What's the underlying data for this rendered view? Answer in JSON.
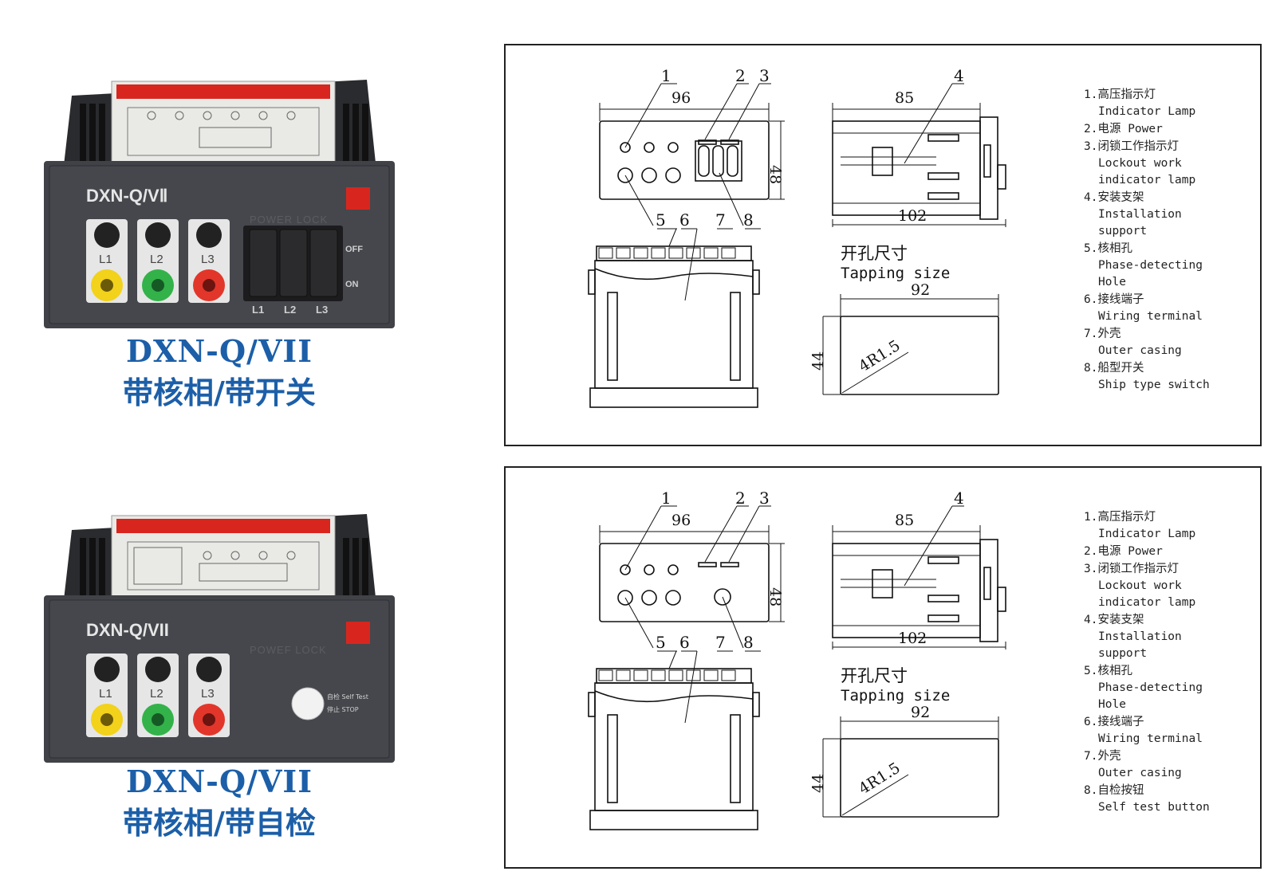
{
  "products": [
    {
      "device": {
        "model_label": "DXN-Q/VⅡ",
        "power_lock_label": "POWER LOCK",
        "lamp_labels": [
          "L1",
          "L2",
          "L3"
        ],
        "switch_labels": [
          "L1",
          "L2",
          "L3"
        ],
        "switch_states": [
          "OFF",
          "ON"
        ]
      },
      "caption": {
        "model": "DXN-Q/VII",
        "feature": "带核相/带开关"
      },
      "drawing": {
        "dims": {
          "front_width": "96",
          "front_height": "48",
          "side_width": "85",
          "side_total": "102",
          "cutout_width": "92",
          "cutout_height": "44",
          "corner_radius": "4R1.5"
        },
        "callouts": [
          "1",
          "2",
          "3",
          "4",
          "5",
          "6",
          "7",
          "8"
        ],
        "cutout_title_cn": "开孔尺寸",
        "cutout_title_en": "Tapping size",
        "legend": [
          {
            "num": "1.",
            "cn": "高压指示灯",
            "en": [
              "Indicator Lamp"
            ]
          },
          {
            "num": "2.",
            "cn": "电源 Power",
            "en": []
          },
          {
            "num": "3.",
            "cn": "闭锁工作指示灯",
            "en": [
              "Lockout work",
              "indicator lamp"
            ]
          },
          {
            "num": "4.",
            "cn": "安装支架",
            "en": [
              "Installation",
              "support"
            ]
          },
          {
            "num": "5.",
            "cn": "核相孔",
            "en": [
              "Phase-detecting",
              "Hole"
            ]
          },
          {
            "num": "6.",
            "cn": "接线端子",
            "en": [
              "Wiring terminal"
            ]
          },
          {
            "num": "7.",
            "cn": "外壳",
            "en": [
              "Outer casing"
            ]
          },
          {
            "num": "8.",
            "cn": "船型开关",
            "en": [
              "Ship type switch"
            ]
          }
        ]
      }
    },
    {
      "device": {
        "model_label": "DXN-Q/VII",
        "power_lock_label": "POWEF LOCK",
        "lamp_labels": [
          "L1",
          "L2",
          "L3"
        ],
        "self_test_labels": [
          "自检 Self Test",
          "停止 STOP"
        ]
      },
      "caption": {
        "model": "DXN-Q/VII",
        "feature": "带核相/带自检"
      },
      "drawing": {
        "dims": {
          "front_width": "96",
          "front_height": "48",
          "side_width": "85",
          "side_total": "102",
          "cutout_width": "92",
          "cutout_height": "44",
          "corner_radius": "4R1.5"
        },
        "callouts": [
          "1",
          "2",
          "3",
          "4",
          "5",
          "6",
          "7",
          "8"
        ],
        "cutout_title_cn": "开孔尺寸",
        "cutout_title_en": "Tapping size",
        "legend": [
          {
            "num": "1.",
            "cn": "高压指示灯",
            "en": [
              "Indicator Lamp"
            ]
          },
          {
            "num": "2.",
            "cn": "电源 Power",
            "en": []
          },
          {
            "num": "3.",
            "cn": "闭锁工作指示灯",
            "en": [
              "Lockout work",
              "indicator lamp"
            ]
          },
          {
            "num": "4.",
            "cn": "安装支架",
            "en": [
              "Installation",
              "support"
            ]
          },
          {
            "num": "5.",
            "cn": "核相孔",
            "en": [
              "Phase-detecting",
              "Hole"
            ]
          },
          {
            "num": "6.",
            "cn": "接线端子",
            "en": [
              "Wiring terminal"
            ]
          },
          {
            "num": "7.",
            "cn": "外壳",
            "en": [
              "Outer casing"
            ]
          },
          {
            "num": "8.",
            "cn": "自检按钮",
            "en": [
              "Self test button"
            ]
          }
        ]
      }
    }
  ],
  "colors": {
    "caption_blue": "#1c5fa8",
    "panel_dark": "#3d3f44",
    "jack_yellow": "#f2d21a",
    "jack_green": "#33b24a",
    "jack_red": "#e2362b",
    "label_red": "#d8261f"
  }
}
